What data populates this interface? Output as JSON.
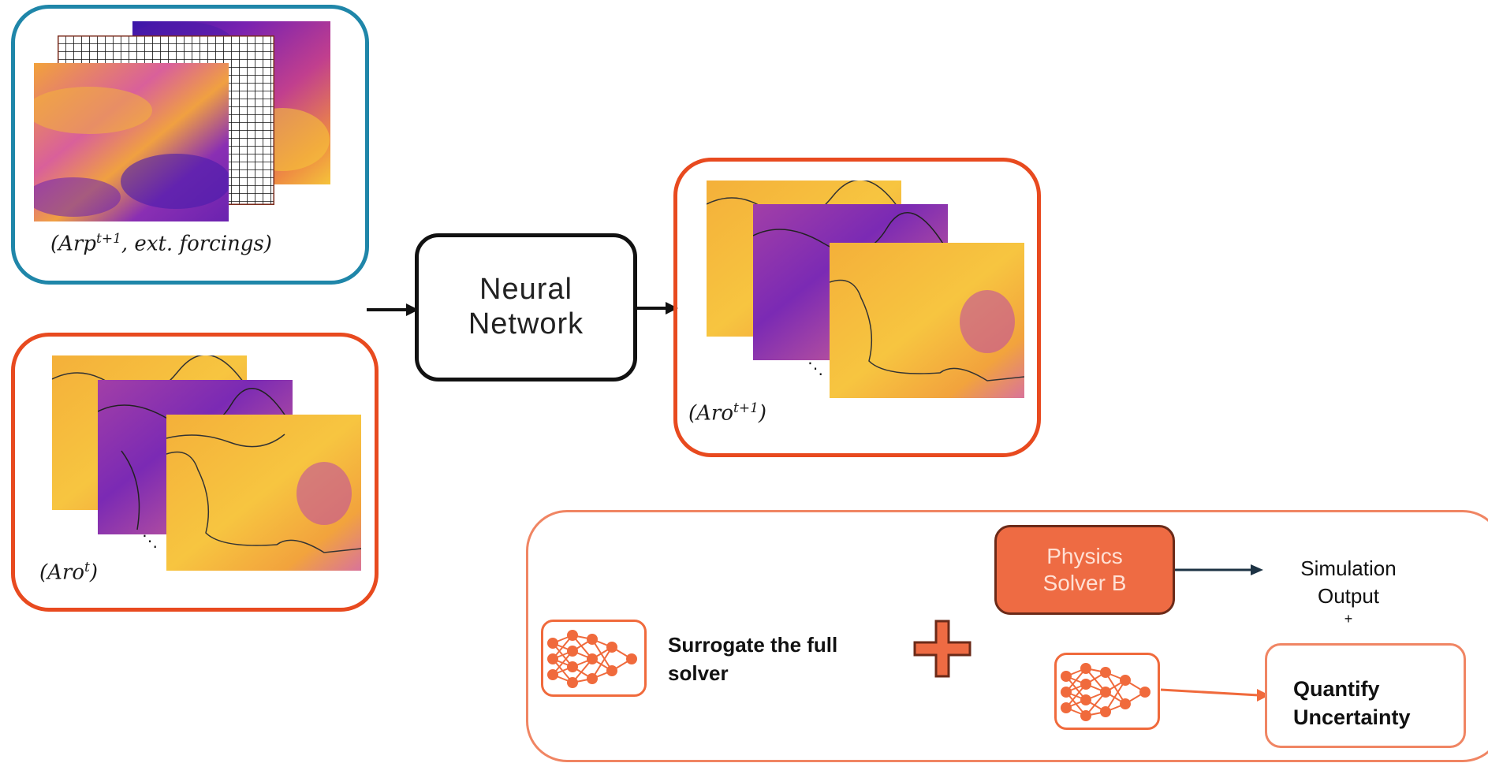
{
  "input_top": {
    "label_text": "(Arp^{t+1}, ext. forcings)",
    "label_base": "(Arp",
    "label_sup": "t+1",
    "label_rest": ", ext. forcings)"
  },
  "input_bottom": {
    "label_text": "(Aro^{t})",
    "label_base": "(Aro",
    "label_sup": "t",
    "label_rest": ")",
    "ellipsis": "⋱"
  },
  "network": {
    "line1": "Neural",
    "line2": "Network"
  },
  "output": {
    "label_text": "(Aro^{t+1})",
    "label_base": "(Aro",
    "label_sup": "t+1",
    "label_rest": ")",
    "ellipsis": "⋱"
  },
  "bottom_panel": {
    "surrogate_line1": "Surrogate the full",
    "surrogate_line2": "solver",
    "solver_line1": "Physics",
    "solver_line2": "Solver B",
    "sim_line1": "Simulation",
    "sim_line2": "Output",
    "sim_plus": "+",
    "uq_line1": "Quantify",
    "uq_line2": "Uncertainty"
  },
  "colors": {
    "blue_border": "#1f86a9",
    "red_border": "#e84a1f",
    "light_orange": "#f08563",
    "solver_fill": "#ee6b43",
    "nn_icon": "#f06a3c"
  }
}
